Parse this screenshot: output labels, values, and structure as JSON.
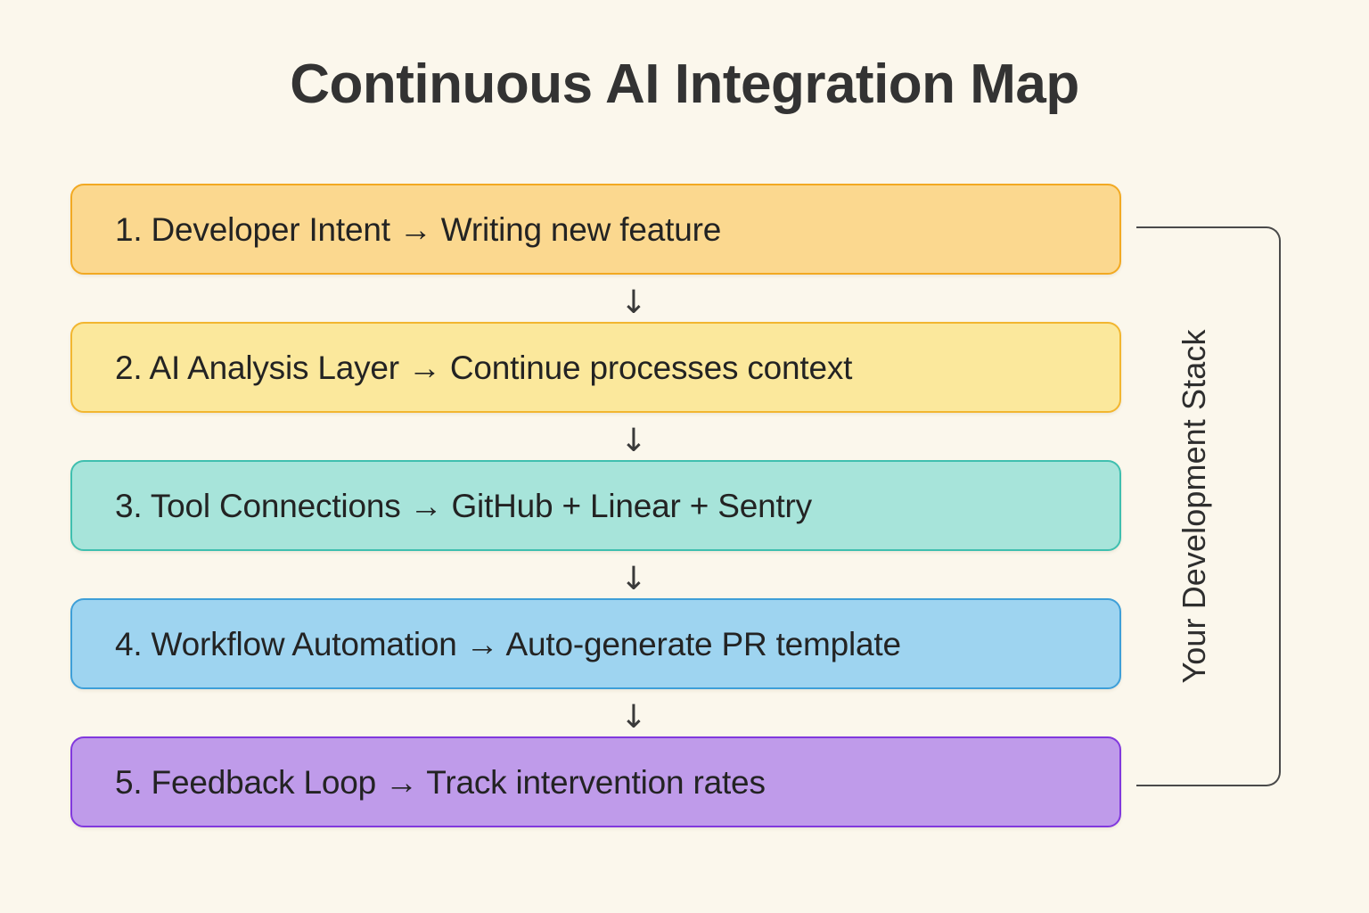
{
  "page": {
    "title": "Continuous AI Integration Map",
    "background_color": "#FBF7EC",
    "text_color": "#333333"
  },
  "flow": {
    "arrow_glyph": "↓",
    "steps": [
      {
        "label": "1. Developer Intent → Writing new feature",
        "number": "1",
        "stage": "Developer Intent",
        "detail": "Writing new feature",
        "fill_color": "#FBD88F",
        "border_color": "#F2A922"
      },
      {
        "label": "2. AI Analysis Layer → Continue processes context",
        "number": "2",
        "stage": "AI Analysis Layer",
        "detail": "Continue processes context",
        "fill_color": "#FBE89C",
        "border_color": "#F2B630"
      },
      {
        "label": "3. Tool Connections → GitHub + Linear + Sentry",
        "number": "3",
        "stage": "Tool Connections",
        "detail": "GitHub + Linear + Sentry",
        "fill_color": "#A7E4DA",
        "border_color": "#3FBFAF"
      },
      {
        "label": "4. Workflow Automation → Auto-generate PR template",
        "number": "4",
        "stage": "Workflow Automation",
        "detail": "Auto-generate PR template",
        "fill_color": "#9ED4F0",
        "border_color": "#3E9FD8"
      },
      {
        "label": "5. Feedback Loop → Track intervention rates",
        "number": "5",
        "stage": "Feedback Loop",
        "detail": "Track intervention rates",
        "fill_color": "#BF9BEA",
        "border_color": "#8138DE"
      }
    ]
  },
  "bracket": {
    "label": "Your Development Stack",
    "stroke_color": "#4A4A4A",
    "spans_steps": "1-5"
  }
}
